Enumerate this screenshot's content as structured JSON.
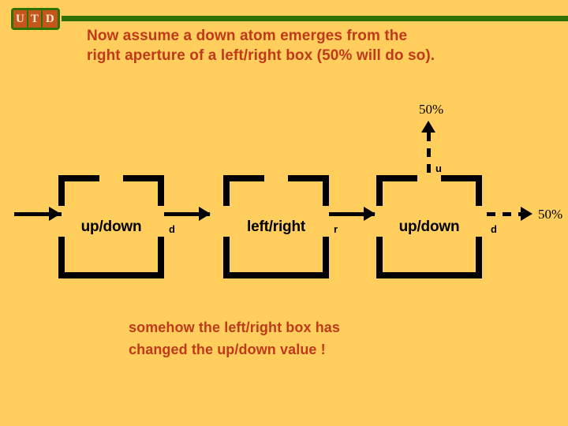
{
  "page": {
    "background_color": "#ffce5c",
    "text_color": "#c0391b",
    "rule_color": "#2f7000",
    "ink_color": "#000000"
  },
  "logo": {
    "name": "utd-logo",
    "cells": [
      "U",
      "T",
      "D"
    ],
    "border_color": "#2f7000",
    "cell_color": "#c4561b",
    "letter_color": "#f7e7cf"
  },
  "headline": {
    "line1": "Now assume a down atom emerges from the",
    "line2": "right aperture of a left/right box (50% will do so)."
  },
  "caption": {
    "line1": "somehow the left/right box has",
    "line2": "changed the up/down value !"
  },
  "diagram": {
    "boxes": [
      {
        "id": "box-updown-1",
        "label": "up/down"
      },
      {
        "id": "box-leftright",
        "label": "left/right"
      },
      {
        "id": "box-updown-2",
        "label": "up/down"
      }
    ],
    "edges": [
      {
        "id": "edge-in",
        "label": "",
        "style": "solid"
      },
      {
        "id": "edge-box1-box2",
        "label": "d",
        "style": "solid"
      },
      {
        "id": "edge-box2-box3",
        "label": "r",
        "style": "solid"
      },
      {
        "id": "edge-box3-up",
        "label": "u",
        "style": "dashed"
      },
      {
        "id": "edge-box3-out",
        "label": "d",
        "style": "dashed"
      }
    ],
    "outcomes": [
      {
        "id": "outcome-up",
        "value": "50%"
      },
      {
        "id": "outcome-right",
        "value": "50%"
      }
    ]
  }
}
